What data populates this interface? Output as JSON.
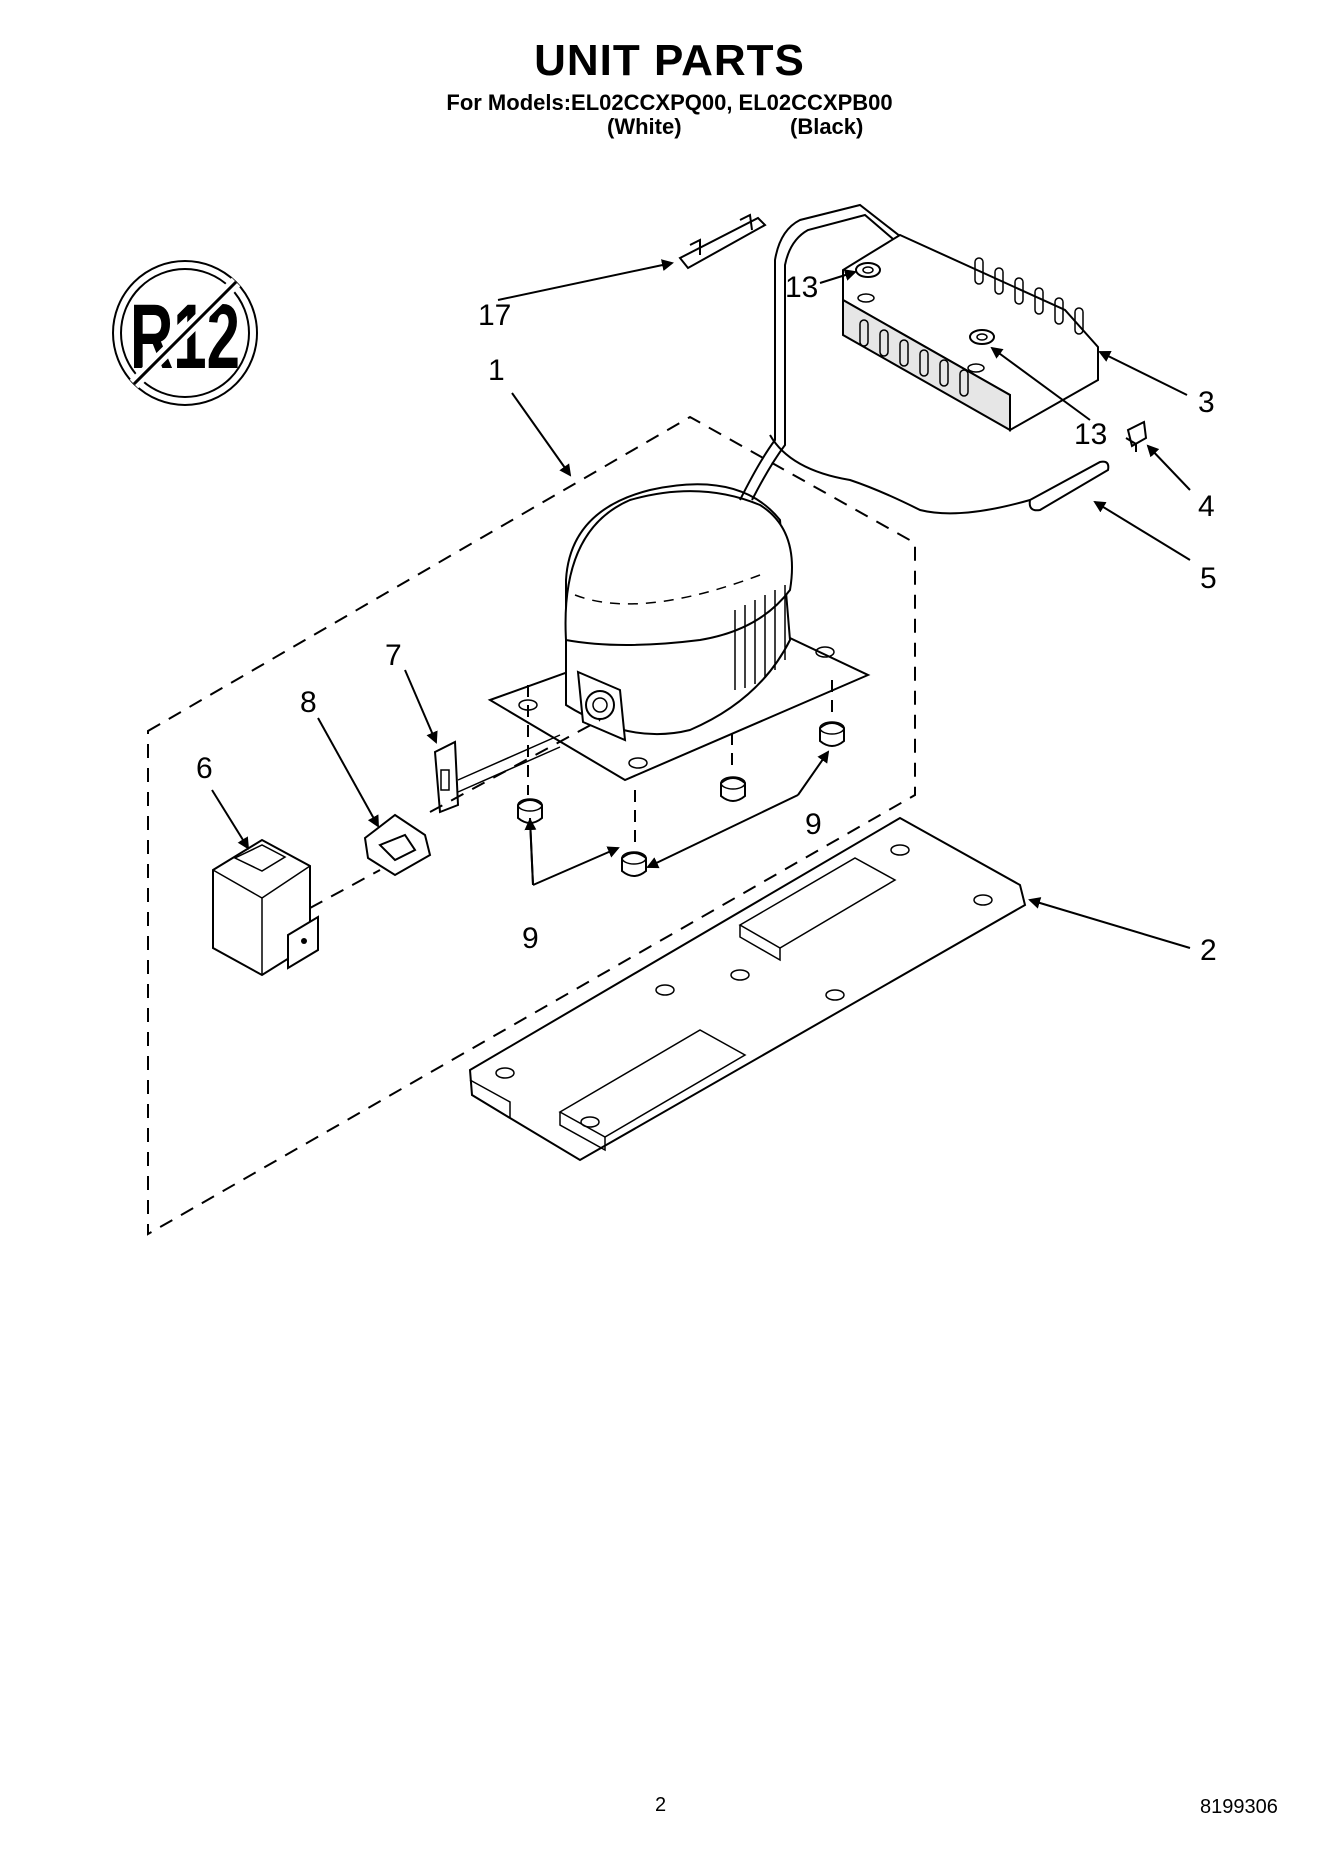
{
  "header": {
    "title": "UNIT PARTS",
    "models_line": "For Models:EL02CCXPQ00, EL02CCXPB00",
    "variant_white": "(White)",
    "variant_black": "(Black)"
  },
  "badge": {
    "text": "R12",
    "icon": "no-r12-refrigerant-icon"
  },
  "callouts": {
    "c1": "1",
    "c2": "2",
    "c3": "3",
    "c4": "4",
    "c5": "5",
    "c6": "6",
    "c7": "7",
    "c8": "8",
    "c9a": "9",
    "c9b": "9",
    "c13a": "13",
    "c13b": "13",
    "c17": "17"
  },
  "footer": {
    "page_number": "2",
    "doc_number": "8199306"
  }
}
